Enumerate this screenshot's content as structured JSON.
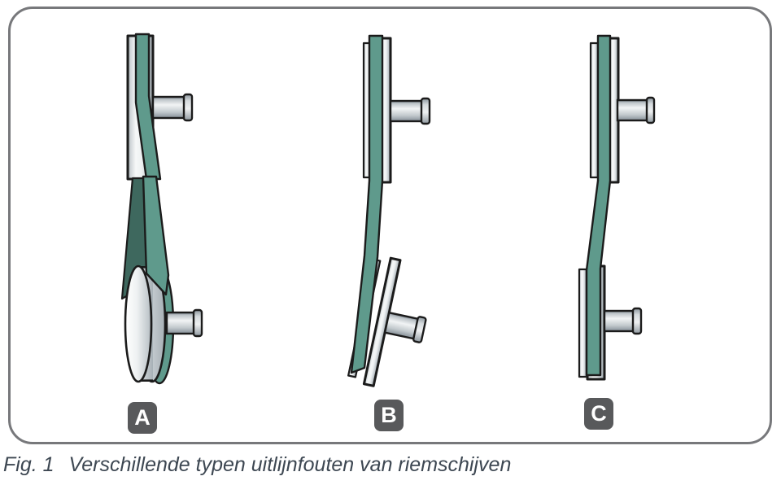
{
  "figure": {
    "caption": {
      "prefix": "Fig. 1",
      "text": "Verschillende typen uitlijnfouten van riemschijven"
    }
  },
  "diagrams": [
    {
      "label": "A"
    },
    {
      "label": "B"
    },
    {
      "label": "C"
    }
  ],
  "colors": {
    "belt": "#5f9a8c",
    "belt-dark": "#3e685e",
    "outline": "#1b1b1b",
    "badge-bg": "#58595b",
    "badge-text": "#ffffff",
    "panel-border": "#77787b",
    "caption": "#3d4752"
  }
}
